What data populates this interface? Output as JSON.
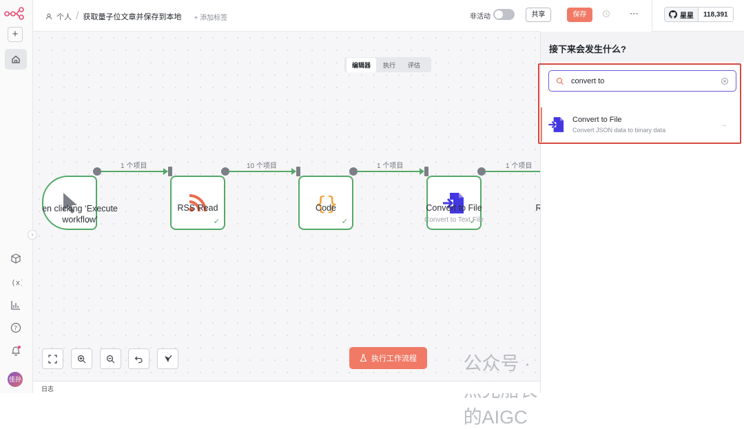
{
  "header": {
    "crumb_owner": "个人",
    "workflow_title": "获取量子位文章并保存到本地",
    "add_tag": "+ 添加标签",
    "inactive_label": "非活动",
    "share_label": "共享",
    "save_label": "保存",
    "more_label": "⋯"
  },
  "github": {
    "label": "星星",
    "count": "118,391"
  },
  "tabs": [
    {
      "label": "编辑器",
      "active": true
    },
    {
      "label": "执行",
      "active": false
    },
    {
      "label": "评估",
      "active": false
    }
  ],
  "nodes": [
    {
      "title": "en clicking ‘Execute",
      "title2": "workflow’",
      "subtitle": ""
    },
    {
      "title": "RSS Read",
      "subtitle": ""
    },
    {
      "title": "Code",
      "subtitle": ""
    },
    {
      "title": "Convert to File",
      "subtitle": "Convert to Text File"
    },
    {
      "title": "R",
      "subtitle": ""
    }
  ],
  "edges": [
    "1 个项目",
    "10 个项目",
    "1 个项目",
    "1 个项目"
  ],
  "run_button": "执行工作流程",
  "watermark": "公众号 · 杰克船长的AIGC",
  "log_label": "日志",
  "avatar_text": "佳孙",
  "panel": {
    "heading": "接下来会发生什么?",
    "search_value": "convert to",
    "result": {
      "name": "Convert to File",
      "description": "Convert JSON data to binary data"
    }
  },
  "colors": {
    "accent": "#f07a66",
    "node_border": "#53a966",
    "search_focus": "#6e59d9",
    "highlight": "#d7473f"
  }
}
